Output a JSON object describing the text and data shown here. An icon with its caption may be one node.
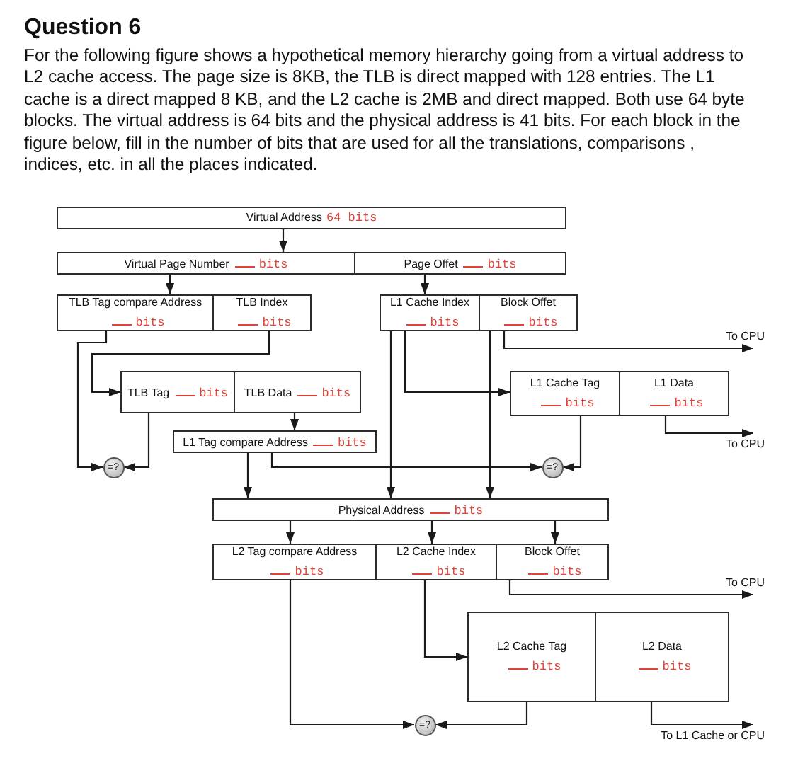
{
  "diagram": {
    "title": "Question 6",
    "nodes": [
      {
        "text": [
          "Virtual Address",
          "64 bits"
        ]
      },
      {
        "text": [
          "Virtual Page Number",
          "bits"
        ]
      },
      {
        "text": [
          "Page Offet",
          "bits"
        ]
      },
      {
        "text": [
          "TLB Tag compare Address",
          "bits"
        ]
      },
      {
        "text": [
          "TLB Index",
          "bits"
        ]
      },
      {
        "text": [
          "L1 Cache Index",
          "bits"
        ]
      },
      {
        "text": [
          "Block Offet",
          "bits"
        ]
      },
      {
        "text": [
          "To CPU"
        ]
      },
      {
        "text": [
          "TLB Tag",
          "bits"
        ]
      },
      {
        "text": [
          "TLB Data",
          "bits"
        ]
      },
      {
        "text": [
          "L1 Cache Tag",
          "bits"
        ]
      },
      {
        "text": [
          "L1 Data",
          "bits"
        ]
      },
      {
        "text": [
          "L1 Tag compare Address",
          "bits"
        ]
      },
      {
        "text": [
          "=?"
        ]
      },
      {
        "text": [
          "=?"
        ]
      },
      {
        "text": [
          "To CPU"
        ]
      },
      {
        "text": [
          "Physical Address",
          "bits"
        ]
      },
      {
        "text": [
          "L2 Tag compare Address",
          "bits"
        ]
      },
      {
        "text": [
          "L2 Cache Index",
          "bits"
        ]
      },
      {
        "text": [
          "Block Offet",
          "bits"
        ]
      },
      {
        "text": [
          "To CPU"
        ]
      },
      {
        "text": [
          "L2 Cache Tag",
          "bits"
        ]
      },
      {
        "text": [
          "L2 Data",
          "bits"
        ]
      },
      {
        "text": [
          "=?"
        ]
      },
      {
        "text": [
          "To L1 Cache or CPU"
        ]
      }
    ],
    "edges": [
      {
        "from": 0,
        "to": 1,
        "arrow": "to"
      },
      {
        "from": 1,
        "to": 3,
        "arrow": "to"
      },
      {
        "from": 2,
        "to": 5,
        "arrow": "to"
      },
      {
        "from": 3,
        "to": 13,
        "arrow": "to"
      },
      {
        "from": 4,
        "to": 8,
        "arrow": "to"
      },
      {
        "from": 8,
        "to": 13,
        "arrow": "to"
      },
      {
        "from": 9,
        "to": 12,
        "arrow": "to"
      },
      {
        "from": 12,
        "to": 14,
        "arrow": "to"
      },
      {
        "from": 12,
        "to": 16,
        "arrow": "to"
      },
      {
        "from": 5,
        "to": 10,
        "arrow": "to"
      },
      {
        "from": 5,
        "to": 16,
        "arrow": "to"
      },
      {
        "from": 6,
        "to": 7,
        "arrow": "to"
      },
      {
        "from": 6,
        "to": 16,
        "arrow": "to"
      },
      {
        "from": 10,
        "to": 14,
        "arrow": "to"
      },
      {
        "from": 11,
        "to": 15,
        "arrow": "to"
      },
      {
        "from": 16,
        "to": 17,
        "arrow": "to"
      },
      {
        "from": 16,
        "to": 18,
        "arrow": "to"
      },
      {
        "from": 16,
        "to": 19,
        "arrow": "to"
      },
      {
        "from": 19,
        "to": 20,
        "arrow": "to"
      },
      {
        "from": 17,
        "to": 23,
        "arrow": "to"
      },
      {
        "from": 18,
        "to": 21,
        "arrow": "to"
      },
      {
        "from": 21,
        "to": 23,
        "arrow": "to"
      },
      {
        "from": 22,
        "to": 24,
        "arrow": "to"
      }
    ],
    "labels": [
      "For the following figure shows a hypothetical memory hierarchy going from a virtual address to L2 cache access. The page size is 8KB, the TLB is direct mapped with 128 entries. The L1 cache is a direct mapped 8 KB, and the L2 cache is 2MB and direct mapped. Both use 64 byte blocks. The virtual address is 64 bits and the physical address is 41 bits. For each block in the figure below, fill in the number of bits that are used for all the translations, comparisons , indices, etc. in all the places indicated."
    ]
  }
}
